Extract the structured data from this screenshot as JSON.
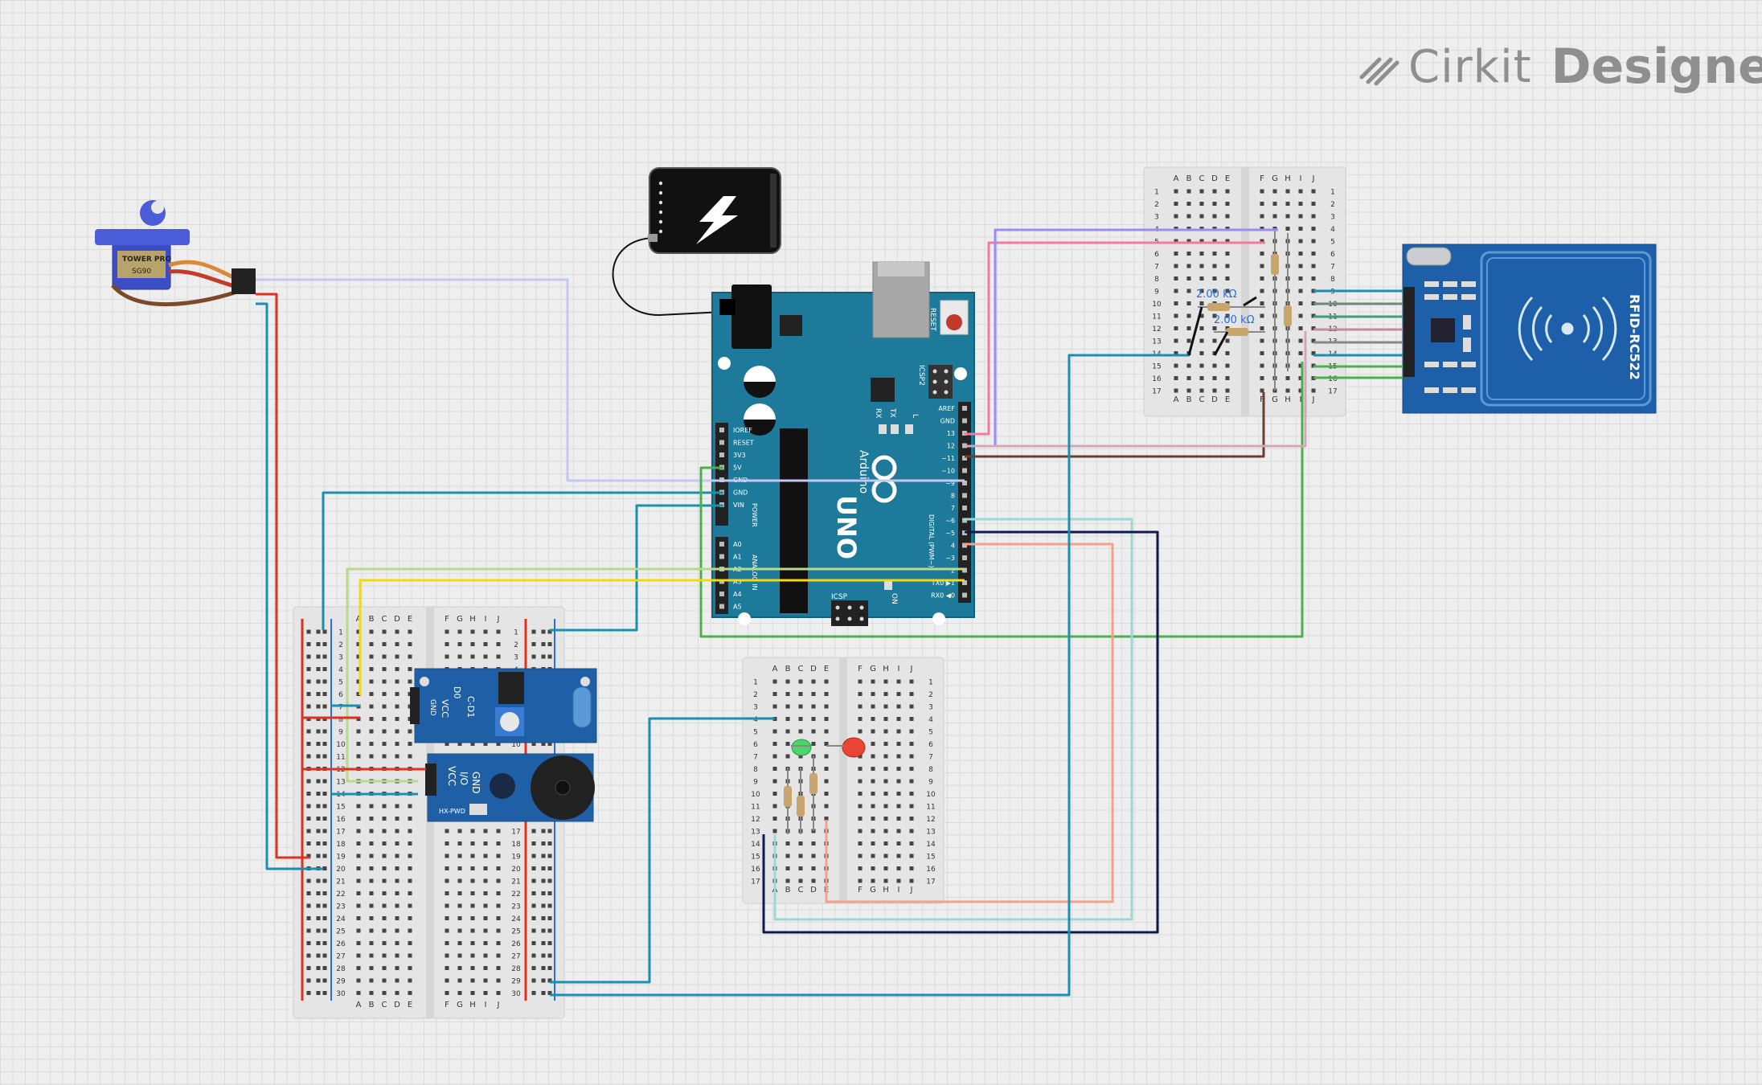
{
  "app": {
    "brand_word1": "Cirkit",
    "brand_word2": "Designer"
  },
  "colors": {
    "background": "#eeeeee",
    "grid": "#dcdcdc",
    "board_blue": "#1d7a9a",
    "breadboard": "#e5e5e5",
    "rail_red": "#e0301e",
    "rail_blue": "#2a6ed6"
  },
  "breadboard": {
    "cols_left": [
      "A",
      "B",
      "C",
      "D",
      "E"
    ],
    "cols_right": [
      "F",
      "G",
      "H",
      "I",
      "J"
    ]
  },
  "arduino": {
    "brand": "Arduino",
    "model": "UNO",
    "reset_label": "RESET",
    "icsp2_label": "ICSP2",
    "icsp_label": "ICSP",
    "on_label": "ON",
    "tx_label": "TX",
    "rx_label": "RX",
    "l_label": "L",
    "power_section": "POWER",
    "analog_section": "ANALOG IN",
    "digital_section": "DIGITAL (PWM~)",
    "power_pins": [
      "IOREF",
      "RESET",
      "3V3",
      "5V",
      "GND",
      "GND",
      "VIN"
    ],
    "analog_pins": [
      "A0",
      "A1",
      "A2",
      "A3",
      "A4",
      "A5"
    ],
    "digital_pins": [
      "AREF",
      "GND",
      "13",
      "12",
      "~11",
      "~10",
      "~9",
      "8",
      "7",
      "~6",
      "~5",
      "4",
      "~3",
      "2",
      "TX0 ▶1",
      "RX0 ◀0"
    ]
  },
  "rfid": {
    "label": "RFID-RC522"
  },
  "servo": {
    "brand": "TOWER PRO",
    "model": "SG90"
  },
  "resistors": {
    "r1": "2.00 kΩ",
    "r2": "2.00 kΩ"
  },
  "sound_sensor": {
    "pin_d0": "D0",
    "pin_gnd": "GND",
    "pin_vcc": "VCC",
    "id": "C-D1"
  },
  "buzzer_module": {
    "pin_vcc": "VCC",
    "pin_io": "I/O",
    "pin_gnd": "GND",
    "id": "HX-PWD"
  }
}
